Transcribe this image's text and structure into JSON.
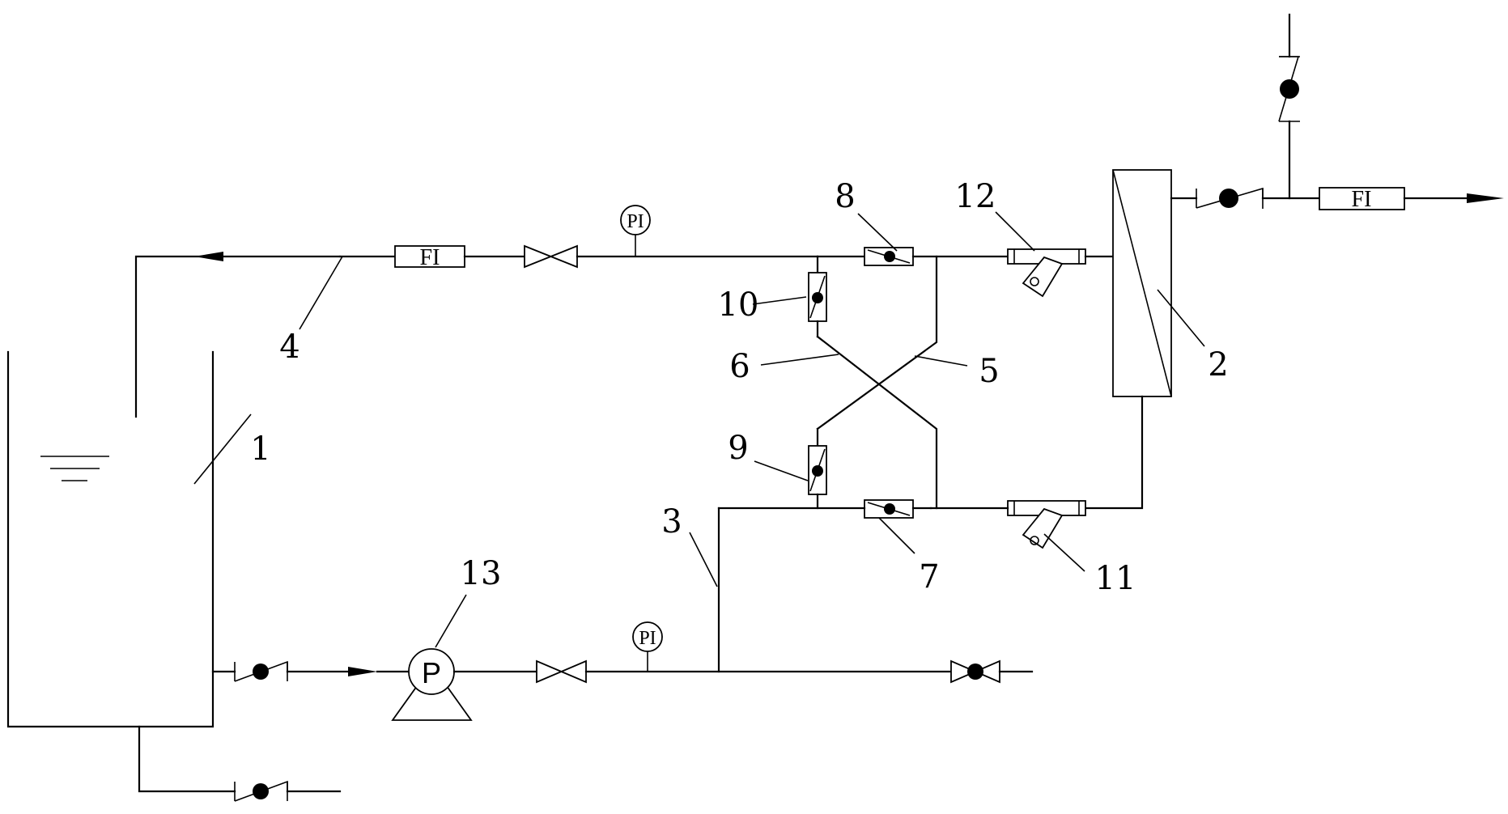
{
  "labels": {
    "tank": "1",
    "membrane_module": "2",
    "feed_line": "3",
    "return_line": "4",
    "cross_line_a": "5",
    "cross_line_b": "6",
    "valve_7": "7",
    "valve_8": "8",
    "valve_9": "9",
    "valve_10": "10",
    "strainer_bottom": "11",
    "strainer_top": "12",
    "pump": "13"
  },
  "instruments": {
    "flow_return": "FI",
    "flow_permeate": "FI",
    "pressure_return": "PI",
    "pressure_feed": "PI",
    "pump_symbol": "P"
  }
}
